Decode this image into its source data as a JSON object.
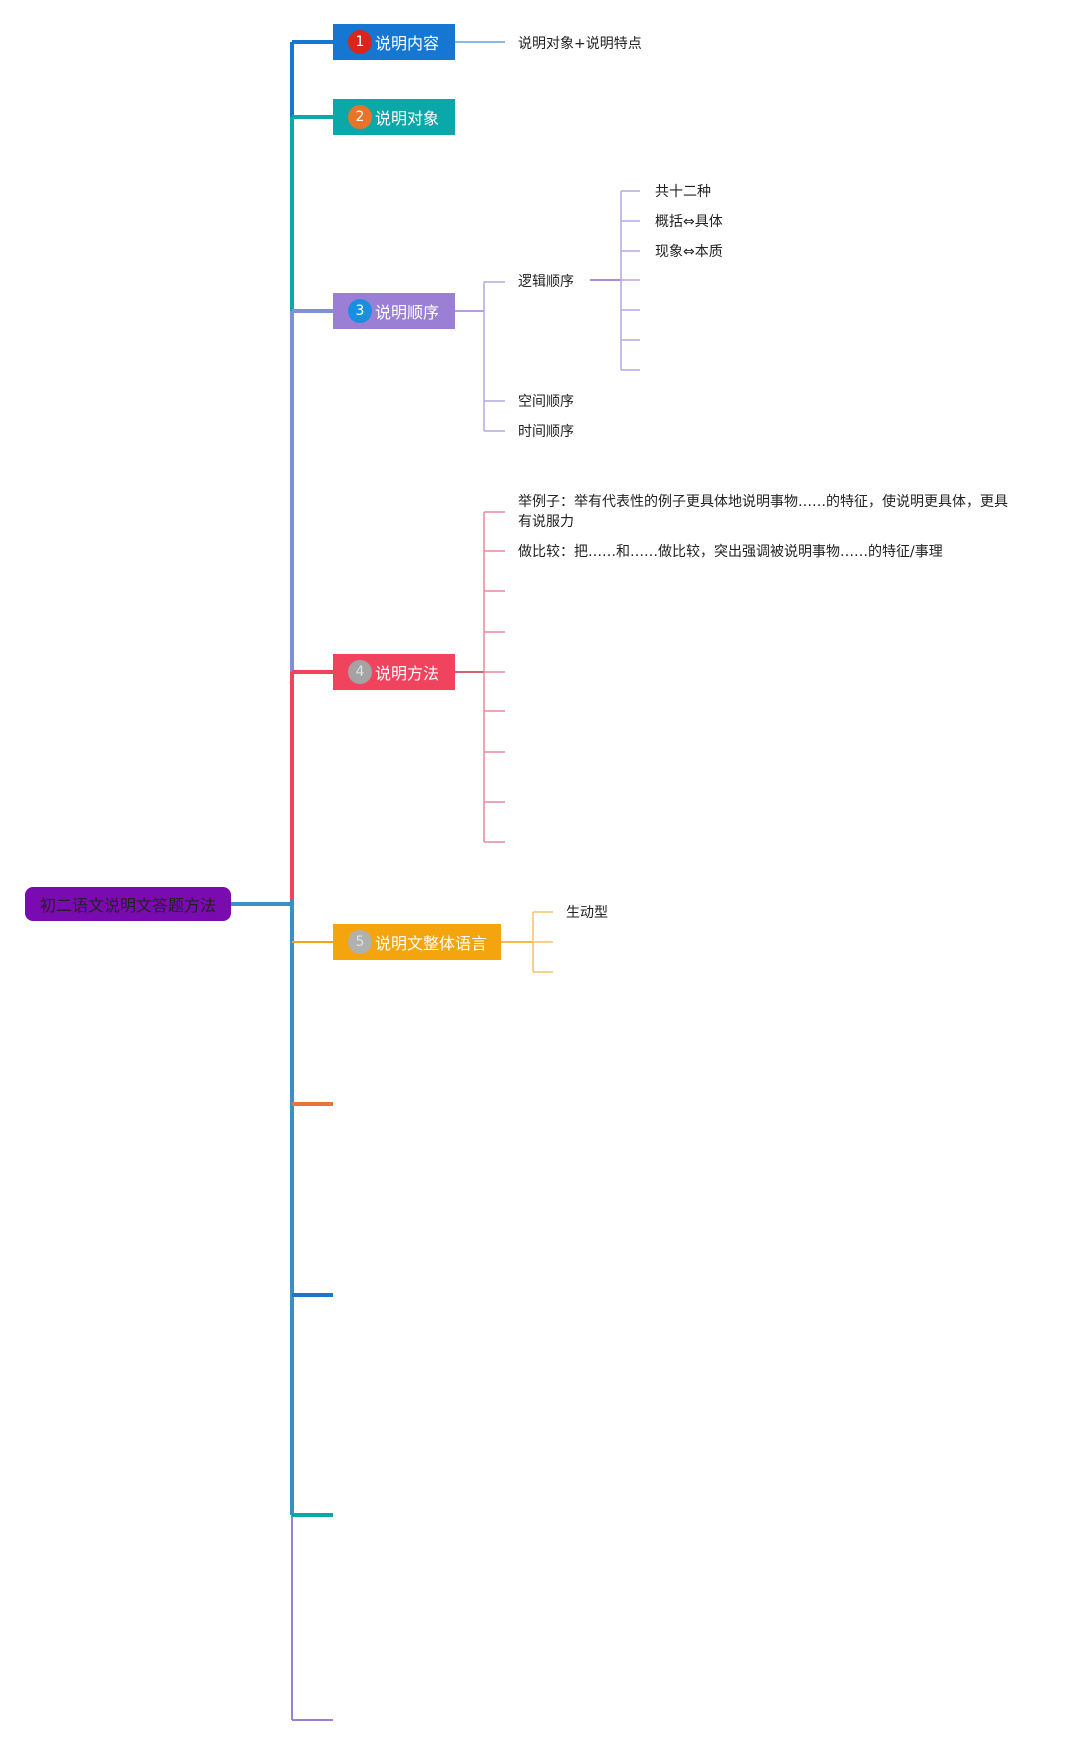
{
  "root": {
    "label": "初二语文说明文答题方法",
    "color": "#7a0bb0"
  },
  "branches": [
    {
      "num": "1",
      "label": "说明内容",
      "color": "#1677d2",
      "num_color": "#d9261c",
      "children": [
        "说明对象+说明特点"
      ]
    },
    {
      "num": "2",
      "label": "说明对象",
      "color": "#0aa8a8",
      "num_color": "#e8742a"
    },
    {
      "num": "3",
      "label": "说明顺序",
      "color": "#9b7fd4",
      "num_color": "#1a8fe0",
      "children": [
        {
          "label": "逻辑顺序",
          "children": [
            "共十二种",
            "概括⇔具体",
            "现象⇔本质"
          ]
        },
        {
          "label": "空间顺序"
        },
        {
          "label": "时间顺序"
        }
      ]
    },
    {
      "num": "4",
      "label": "说明方法",
      "color": "#f0435e",
      "num_color": "#a3a3a3",
      "children": [
        "举例子：举有代表性的例子更具体地说明事物……的特征，使说明更具体，更具有说服力",
        "做比较：把……和……做比较，突出强调被说明事物……的特征/事理"
      ]
    },
    {
      "num": "5",
      "label": "说明文整体语言",
      "color": "#f4a40c",
      "num_color": "#b0b0b0",
      "children": [
        "生动型"
      ]
    }
  ],
  "trunk_colors": {
    "top": "#1677d2",
    "teal": "#0aa8a8",
    "purple": "#7f8fd8",
    "red": "#f0435e",
    "steel": "#3a8fc4",
    "orange": "#e8743c",
    "blue": "#1677d2",
    "bottom": "#9b7fd4"
  }
}
